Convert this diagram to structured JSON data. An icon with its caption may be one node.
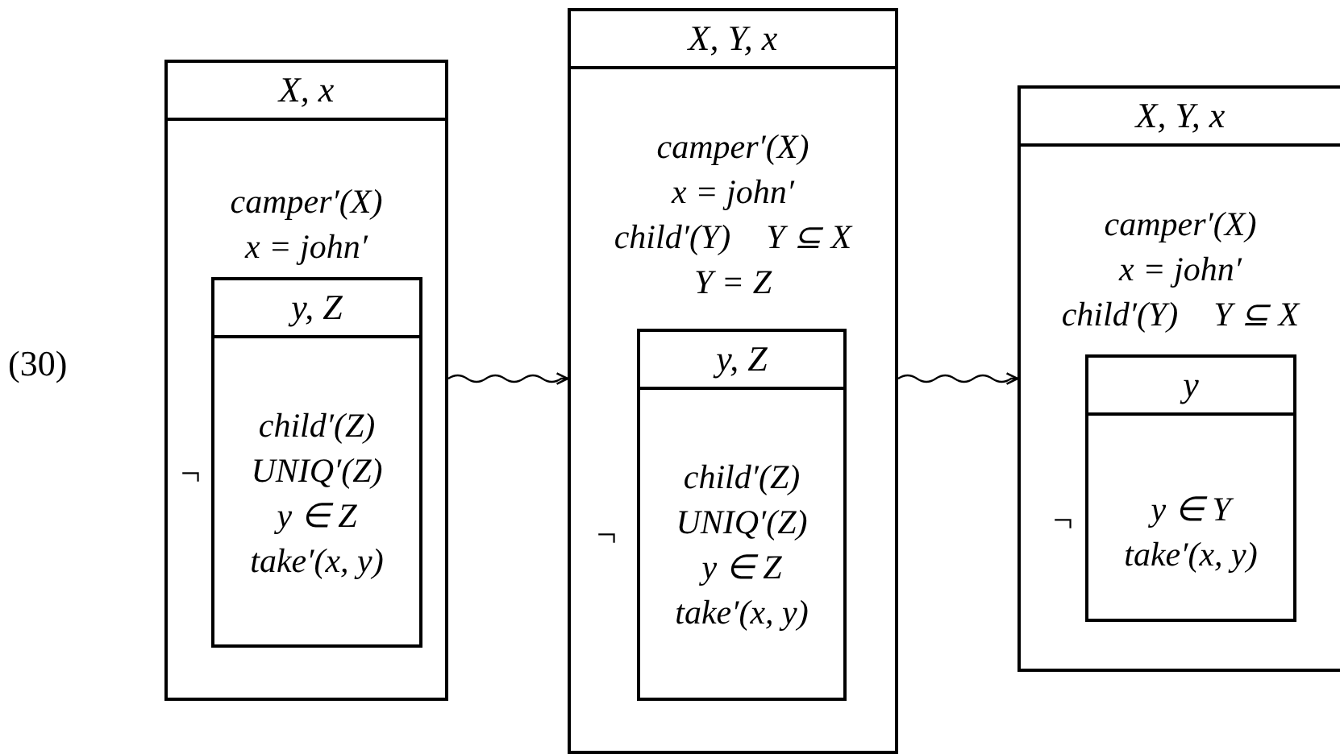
{
  "diagram": {
    "nodes": [
      {
        "text": [
          "X, x",
          "camper′(X)",
          "x = john′"
        ]
      },
      {
        "text": [
          "y, Z",
          "child′(Z)",
          "UNIQ′(Z)",
          "y ∈ Z",
          "take′(x, y)"
        ],
        "in": 0,
        "beside": [
          "¬"
        ]
      },
      {
        "text": [
          "X, Y, x",
          "camper′(X)",
          "x = john′",
          "child′(Y)",
          "Y ⊆ X",
          "Y = Z"
        ]
      },
      {
        "text": [
          "y, Z",
          "child′(Z)",
          "UNIQ′(Z)",
          "y ∈ Z",
          "take′(x, y)"
        ],
        "in": 2,
        "beside": [
          "¬"
        ]
      },
      {
        "text": [
          "X, Y, x",
          "camper′(X)",
          "x = john′",
          "child′(Y)",
          "Y ⊆ X"
        ]
      },
      {
        "text": [
          "y",
          "y ∈ Y",
          "take′(x, y)"
        ],
        "in": 4,
        "beside": [
          "¬"
        ]
      }
    ],
    "edges": [
      {
        "from": 0,
        "to": 2,
        "arrow": "to"
      },
      {
        "from": 2,
        "to": 4,
        "arrow": "to"
      }
    ],
    "labels": [
      "(30)"
    ]
  }
}
